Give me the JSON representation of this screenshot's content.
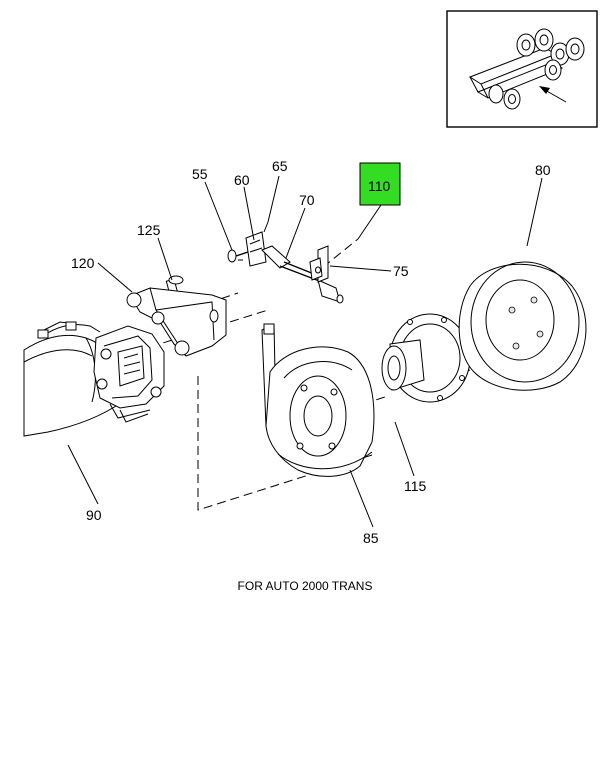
{
  "callouts": {
    "c55": "55",
    "c60": "60",
    "c65": "65",
    "c70": "70",
    "c110": "110",
    "c80": "80",
    "c125": "125",
    "c120": "120",
    "c75": "75",
    "c115": "115",
    "c90": "90",
    "c85": "85"
  },
  "highlight": {
    "callout": "110",
    "color": "#33dd22"
  },
  "caption": "FOR AUTO 2000 TRANS"
}
